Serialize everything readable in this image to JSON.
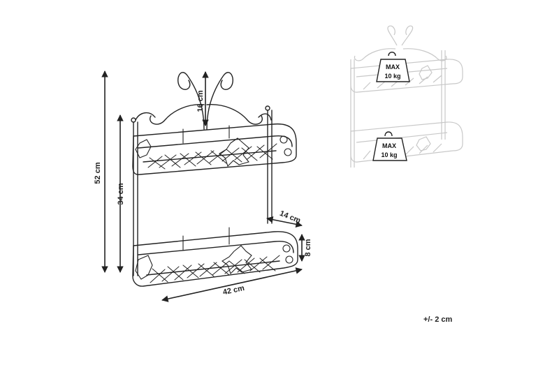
{
  "dimensions": {
    "height_total": "52 cm",
    "height_frame": "34 cm",
    "top_ornament": "16 cm",
    "depth": "14 cm",
    "shelf_height": "8 cm",
    "width": "42 cm"
  },
  "load_badges": {
    "upper": {
      "line1": "MAX",
      "line2": "10 kg"
    },
    "lower": {
      "line1": "MAX",
      "line2": "10 kg"
    }
  },
  "tolerance": "+/- 2 cm",
  "colors": {
    "line": "#222222",
    "faded": "#c8c8c8",
    "background": "#ffffff"
  }
}
